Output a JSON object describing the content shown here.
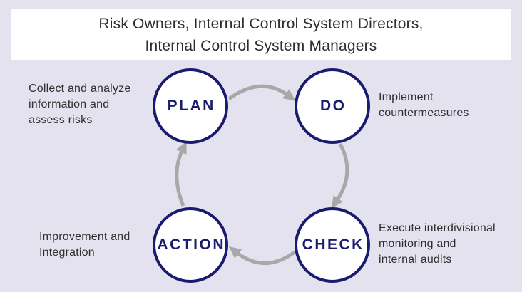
{
  "colors": {
    "background": "#e4e2ef",
    "header_bg": "#ffffff",
    "title_text": "#2d2d2d",
    "circle_border": "#1a1a70",
    "circle_text": "#1b1b6e",
    "label_text": "#2f2f2f",
    "arrow": "#a8a8a8"
  },
  "header": {
    "line1": "Risk Owners, Internal Control System Directors,",
    "line2": "Internal Control System Managers"
  },
  "cycle": {
    "steps": [
      {
        "id": "plan",
        "label": "PLAN",
        "description": "Collect and analyze\ninformation and\nassess risks"
      },
      {
        "id": "do",
        "label": "DO",
        "description": "Implement\ncountermeasures"
      },
      {
        "id": "check",
        "label": "CHECK",
        "description": "Execute interdivisional\nmonitoring and\ninternal audits"
      },
      {
        "id": "action",
        "label": "ACTION",
        "description": "Improvement and\nIntegration"
      }
    ]
  }
}
